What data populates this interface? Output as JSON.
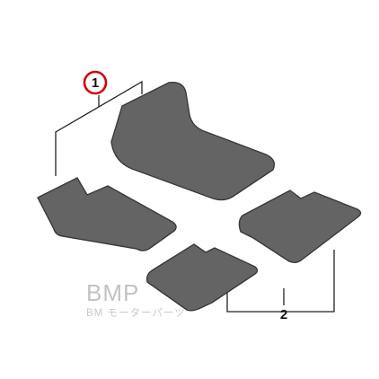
{
  "callouts": {
    "item_1": "1",
    "item_2": "2"
  },
  "watermark": {
    "main": "BMP",
    "sub": "BM モーターパーツ"
  },
  "colors": {
    "mat_fill": "#646464",
    "mat_outline": "#3a3a3a",
    "highlight_ring": "#d40000",
    "line": "#222222",
    "watermark": "#c2c2c2"
  }
}
